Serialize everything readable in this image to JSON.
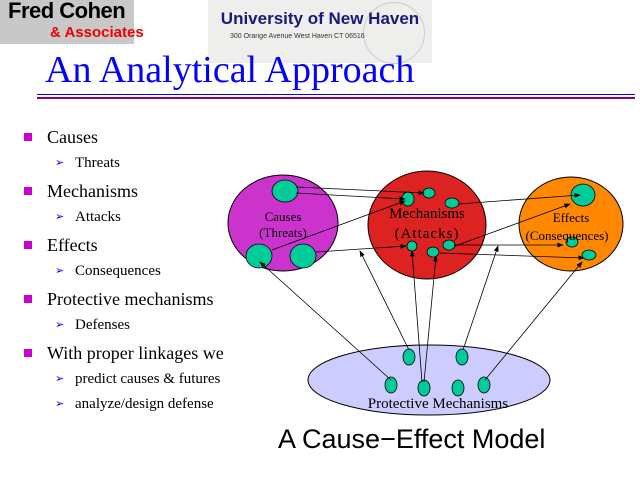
{
  "logos": {
    "fred_cohen": "Fred Cohen",
    "associates": "& Associates",
    "university": "University of New Haven",
    "address": "300 Orange Avenue  West Haven CT  06516"
  },
  "title": "An Analytical Approach",
  "bullets": [
    {
      "label": "Causes",
      "sub": [
        "Threats"
      ]
    },
    {
      "label": "Mechanisms",
      "sub": [
        "Attacks"
      ]
    },
    {
      "label": "Effects",
      "sub": [
        "Consequences"
      ]
    },
    {
      "label": "Protective mechanisms",
      "sub": [
        "Defenses"
      ]
    },
    {
      "label": "With proper linkages we",
      "sub": [
        "predict causes & futures",
        "analyze/design defense"
      ]
    }
  ],
  "diagram": {
    "causes": [
      "Causes",
      "(Threats)"
    ],
    "mechanisms": [
      "Mechanisms",
      "(Attacks)"
    ],
    "effects": [
      "Effects",
      "(Consequences)"
    ],
    "protective": "Protective Mechanisms",
    "colors": {
      "causes": "#cc33cc",
      "mechanisms": "#dd2222",
      "effects": "#ff8800",
      "protective": "#ccccff",
      "node": "#00cc99"
    }
  },
  "caption": "A Cause−Effect Model"
}
